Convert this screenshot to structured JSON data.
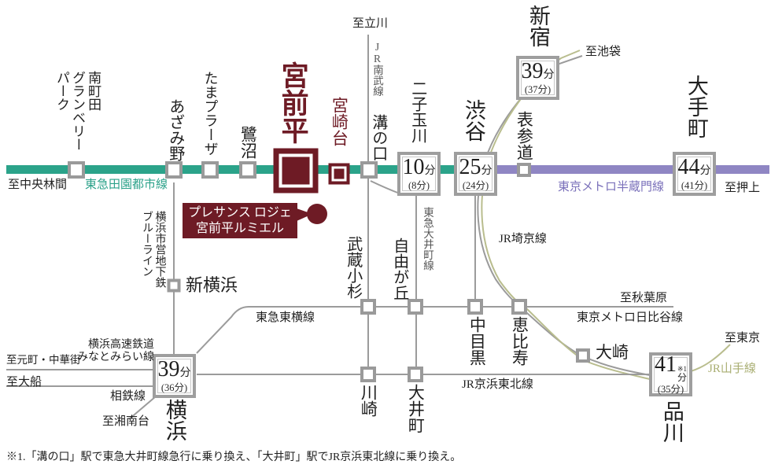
{
  "palette": {
    "teal": "#2ba38a",
    "tealText": "#2aa189",
    "purple": "#8f86c3",
    "purpleText": "#7a70ba",
    "maroon": "#6e1b25",
    "olive": "#b9bd8e",
    "oliveText": "#a9ae72",
    "gray": "#9b9b9b"
  },
  "stations": {
    "minamimachida": "南町田\nグランベリー\nパーク",
    "azamino": "あざみ野",
    "tamaplaza": "たまプラーザ",
    "saginuma": "鷺沼",
    "miyamaedaira": "宮前平",
    "miyazakidai": "宮崎台",
    "mizonokuchi": "溝の口",
    "futakotamagawa": "二子玉川",
    "shibuya": "渋谷",
    "omotesando": "表参道",
    "shinjuku": "新宿",
    "otemachi": "大手町",
    "musashikosugi": "武蔵小杉",
    "jiyugaoka": "自由が丘",
    "nakameguro": "中目黒",
    "ebisu": "恵比寿",
    "osaki": "大崎",
    "kawasaki": "川崎",
    "oimachi": "大井町",
    "shinyokohama": "新横浜",
    "yokohama": "横浜",
    "shinagawa": "品川"
  },
  "lines": {
    "denentoshi": "東急田園都市線",
    "hanzomon": "東京メトロ半蔵門線",
    "nambu": "JR南武線",
    "oimachi": "東急大井町線",
    "toyoko": "東急東横線",
    "hibiya": "東京メトロ日比谷線",
    "saikyo": "JR埼京線",
    "yamanote": "JR山手線",
    "keihintohoku": "JR京浜東北線",
    "blueline": "横浜市営地下鉄\nブルーライン",
    "minatomirai": "横浜高速鉄道\nみなとみらい線",
    "sotetsu": "相鉄線"
  },
  "destinations": {
    "chuorinkan": "至中央林間",
    "tachikawa": "至立川",
    "ikebukuro": "至池袋",
    "oshiage": "至押上",
    "akihabara": "至秋葉原",
    "tokyo": "至東京",
    "motomachi": "至元町・中華街",
    "ofuna": "至大船",
    "shonandai": "至湘南台"
  },
  "times": {
    "futakotamagawa": {
      "min": "10",
      "unit": "分",
      "alt": "(8分)"
    },
    "shibuya": {
      "min": "25",
      "unit": "分",
      "alt": "(24分)"
    },
    "shinjuku": {
      "min": "39",
      "unit": "分",
      "alt": "(37分)"
    },
    "otemachi": {
      "min": "44",
      "unit": "分",
      "alt": "(41分)"
    },
    "yokohama": {
      "min": "39",
      "unit": "分",
      "alt": "(36分)"
    },
    "shinagawa": {
      "min": "41",
      "unit": "分",
      "alt": "(35分)",
      "note": "※1"
    }
  },
  "property": {
    "line1": "プレサンス ロジェ",
    "line2": "宮前平ルミエル"
  },
  "footnote": "※1.「溝の口」駅で東急大井町線急行に乗り換え、「大井町」駅でJR京浜東北線に乗り換え。"
}
